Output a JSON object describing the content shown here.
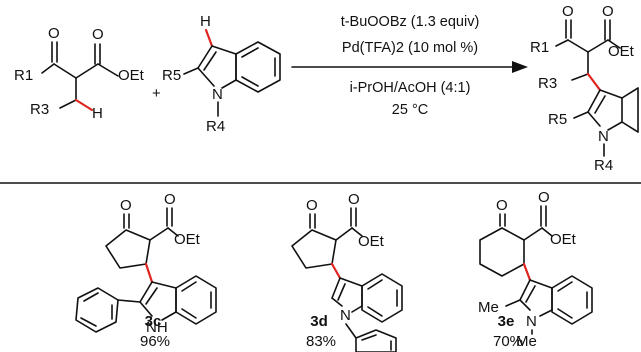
{
  "reaction": {
    "plus": "+",
    "conditions_line1": "t-BuOOBz (1.3 equiv)",
    "conditions_line2": "Pd(TFA)2 (10 mol %)",
    "conditions_line3": "i-PrOH/AcOH (4:1)",
    "conditions_line4": "25 °C",
    "atoms": {
      "O": "O",
      "OEt": "OEt",
      "R1": "R1",
      "R3": "R3",
      "H": "H",
      "R4": "R4",
      "R5": "R5",
      "N": "N"
    }
  },
  "products": [
    {
      "label": "3c",
      "yield": "96%",
      "atoms": {
        "O1": "O",
        "O2": "O",
        "OEt": "OEt",
        "NH": "NH"
      }
    },
    {
      "label": "3d",
      "yield": "83%",
      "atoms": {
        "O1": "O",
        "O2": "O",
        "OEt": "OEt",
        "N": "N"
      }
    },
    {
      "label": "3e",
      "yield": "70%",
      "atoms": {
        "O1": "O",
        "O2": "O",
        "OEt": "OEt",
        "N": "N",
        "Me1": "Me",
        "Me2": "Me"
      }
    }
  ],
  "colors": {
    "new_bond": "#e0241f",
    "ink": "#111111"
  }
}
